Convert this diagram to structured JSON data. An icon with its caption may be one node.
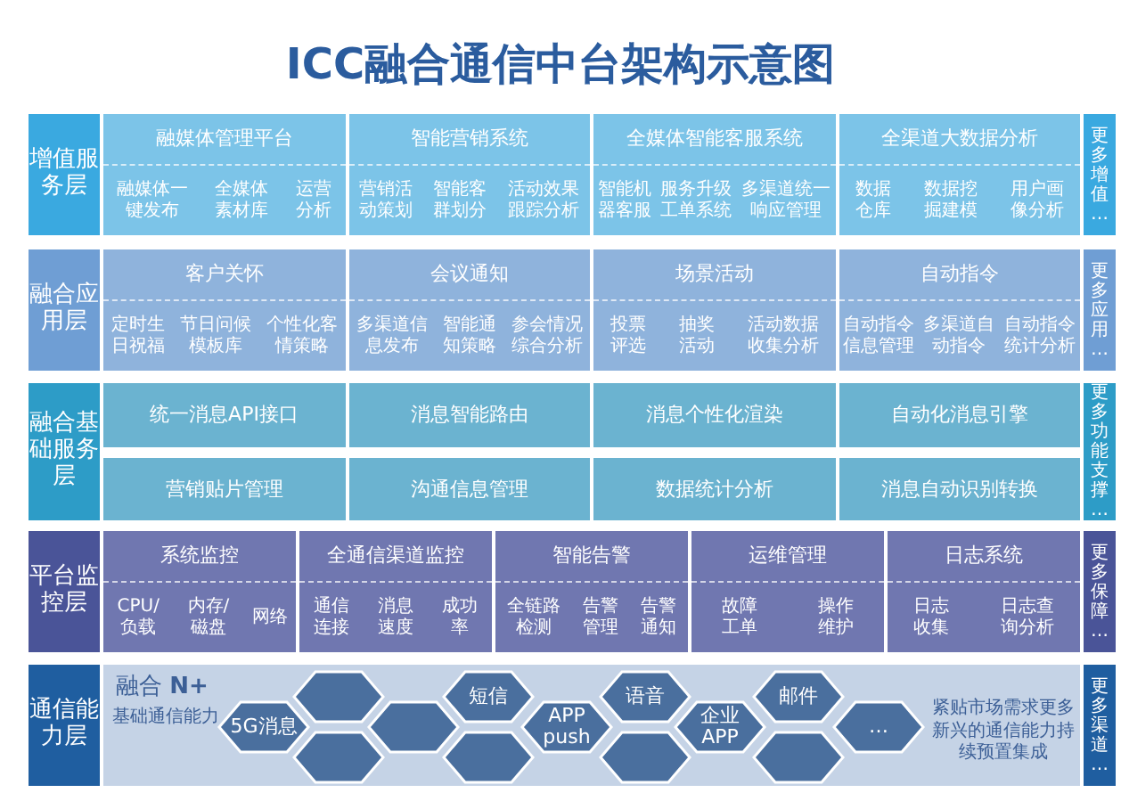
{
  "diagram": {
    "title": "ICC融合通信中台架构示意图",
    "nodes": [
      {
        "text": [
          "增值服务层"
        ]
      },
      {
        "text": [
          "融媒体管理平台",
          "融媒体一键发布",
          "全媒体素材库",
          "运营分析"
        ]
      },
      {
        "text": [
          "智能营销系统",
          "营销活动策划",
          "智能客群划分",
          "活动效果跟踪分析"
        ]
      },
      {
        "text": [
          "全媒体智能客服系统",
          "智能机器客服",
          "服务升级工单系统",
          "多渠道统一响应管理"
        ]
      },
      {
        "text": [
          "全渠道大数据分析",
          "数据仓库",
          "数据挖掘建模",
          "用户画像分析"
        ]
      },
      {
        "text": [
          "更多增值…"
        ]
      },
      {
        "text": [
          "融合应用层"
        ]
      },
      {
        "text": [
          "客户关怀",
          "定时生日祝福",
          "节日问候模板库",
          "个性化客情策略"
        ]
      },
      {
        "text": [
          "会议通知",
          "多渠道信息发布",
          "智能通知策略",
          "参会情况综合分析"
        ]
      },
      {
        "text": [
          "场景活动",
          "投票评选",
          "抽奖活动",
          "活动数据收集分析"
        ]
      },
      {
        "text": [
          "自动指令",
          "自动指令信息管理",
          "多渠道自动指令",
          "自动指令统计分析"
        ]
      },
      {
        "text": [
          "更多应用…"
        ]
      },
      {
        "text": [
          "融合基础服务层"
        ]
      },
      {
        "text": [
          "统一消息API接口"
        ]
      },
      {
        "text": [
          "消息智能路由"
        ]
      },
      {
        "text": [
          "消息个性化渲染"
        ]
      },
      {
        "text": [
          "自动化消息引擎"
        ]
      },
      {
        "text": [
          "营销贴片管理"
        ]
      },
      {
        "text": [
          "沟通信息管理"
        ]
      },
      {
        "text": [
          "数据统计分析"
        ]
      },
      {
        "text": [
          "消息自动识别转换"
        ]
      },
      {
        "text": [
          "更多功能支撑…"
        ]
      },
      {
        "text": [
          "平台监控层"
        ]
      },
      {
        "text": [
          "系统监控",
          "CPU/负载",
          "内存/磁盘",
          "网络"
        ]
      },
      {
        "text": [
          "全通信渠道监控",
          "通信连接",
          "消息速度",
          "成功率"
        ]
      },
      {
        "text": [
          "智能告警",
          "全链路检测",
          "告警管理",
          "告警通知"
        ]
      },
      {
        "text": [
          "运维管理",
          "故障工单",
          "操作维护"
        ]
      },
      {
        "text": [
          "日志系统",
          "日志收集",
          "日志查询分析"
        ]
      },
      {
        "text": [
          "更多保障…"
        ]
      },
      {
        "text": [
          "通信能力层"
        ]
      },
      {
        "text": [
          "5G消息"
        ]
      },
      {
        "text": [],
        "shape": "hexagon"
      },
      {
        "text": [],
        "shape": "hexagon"
      },
      {
        "text": [],
        "shape": "hexagon"
      },
      {
        "text": [
          "短信"
        ]
      },
      {
        "text": [],
        "shape": "hexagon"
      },
      {
        "text": [
          "APP push"
        ]
      },
      {
        "text": [
          "语音"
        ]
      },
      {
        "text": [],
        "shape": "hexagon"
      },
      {
        "text": [
          "企业APP"
        ]
      },
      {
        "text": [
          "邮件"
        ]
      },
      {
        "text": [],
        "shape": "hexagon"
      },
      {
        "text": [
          "…"
        ]
      },
      {
        "text": [
          "更多渠道…"
        ]
      }
    ],
    "labels": [
      "融合 **N+**",
      "基础通信能力",
      "紧贴市场需求更多新兴的通信能力持续预置集成"
    ]
  }
}
